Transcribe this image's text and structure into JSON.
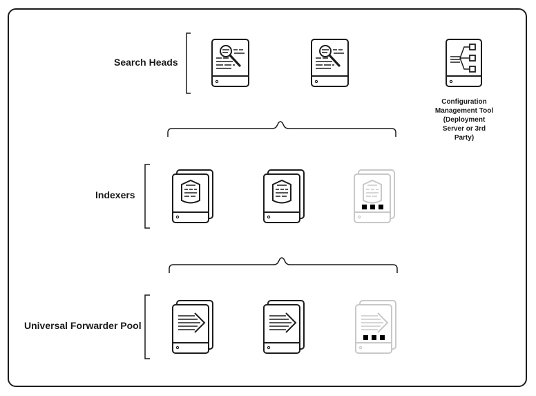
{
  "tiers": {
    "search_heads": {
      "label": "Search Heads"
    },
    "indexers": {
      "label": "Indexers"
    },
    "forwarders": {
      "label": "Universal Forwarder Pool"
    }
  },
  "config_tool": {
    "label": "Configuration Management Tool (Deployment Server or 3rd Party)"
  },
  "colors": {
    "active": "#1c1c1c",
    "placeholder": "#c8c8c8",
    "background": "#ffffff"
  },
  "icons": {
    "search_head": "search-server-icon",
    "indexer": "database-server-icon",
    "forwarder": "forward-arrow-server-icon",
    "config_tool": "hierarchy-server-icon",
    "more": "ellipsis-squares-icon"
  }
}
